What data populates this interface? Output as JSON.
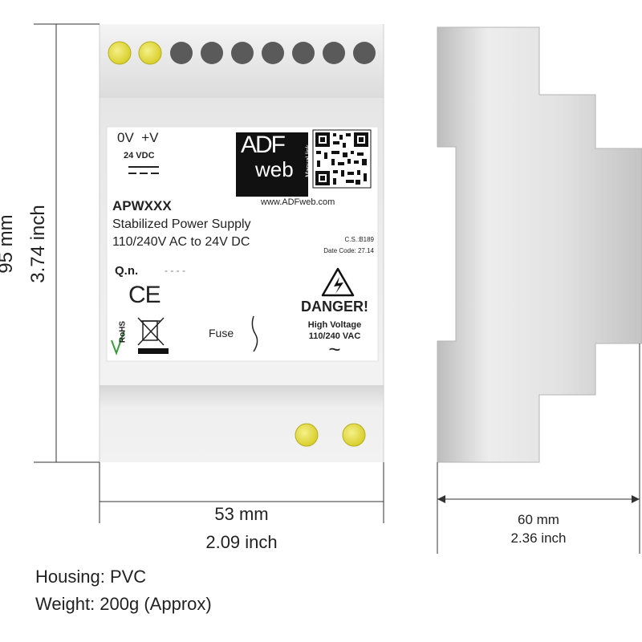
{
  "dimensions": {
    "height_mm": "95 mm",
    "height_inch": "3.74 inch",
    "width_mm": "53 mm",
    "width_inch": "2.09 inch",
    "depth_mm": "60 mm",
    "depth_inch": "2.36 inch"
  },
  "label": {
    "voltage_terminals": "0V  +V",
    "vdc": "24 VDC",
    "brand_top": "ADF",
    "brand_bottom": "web",
    "manual_link": "Manual link",
    "website": "www.ADFweb.com",
    "model": "APWXXX",
    "product_line1": "Stabilized Power Supply",
    "product_line2": "110/240V AC to 24V DC",
    "cs_code": "C.S.:B189",
    "date_code": "Date Code: 27.14",
    "qn_label": "Q.n.",
    "qn_value": "- - - -",
    "ce_mark": "CE",
    "rohs": "RoHS",
    "fuse_label": "Fuse",
    "danger": "DANGER!",
    "high_voltage": "High Voltage",
    "voltage_range": "110/240 VAC",
    "ac_symbol": "~"
  },
  "footer": {
    "housing": "Housing: PVC",
    "weight": "Weight: 200g (Approx)"
  },
  "colors": {
    "terminal_yellow": "#e8e24a",
    "terminal_grey": "#5a5a5a",
    "housing_light": "#f1f1f1",
    "housing_shade": "#c9c9c9"
  }
}
